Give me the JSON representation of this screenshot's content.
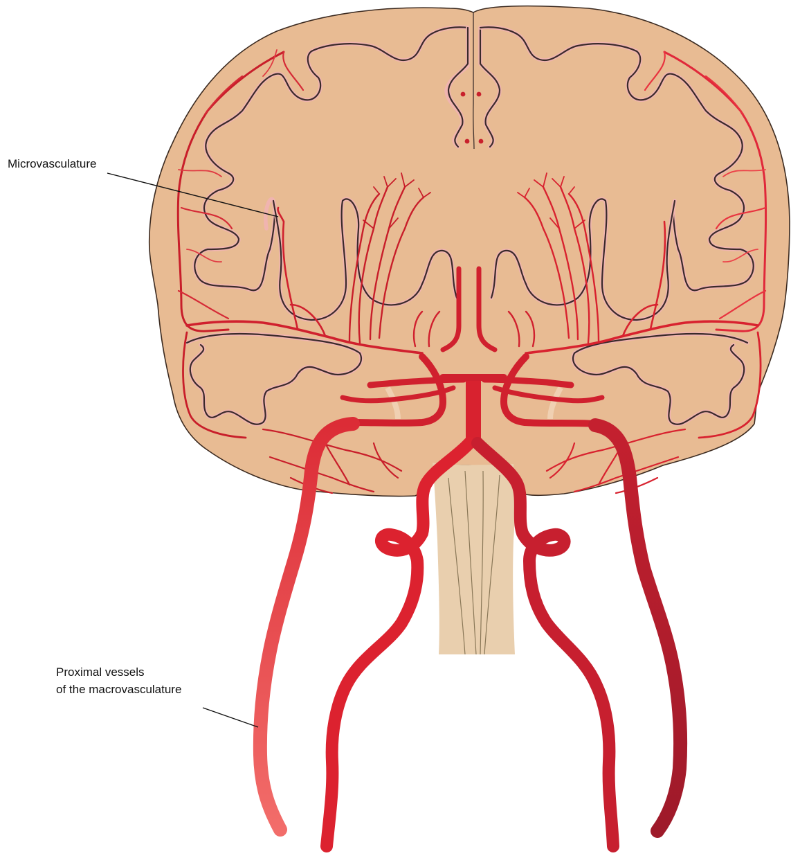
{
  "labels": {
    "microvasculature": "Microvasculature",
    "proximal_line1": "Proximal vessels",
    "proximal_line2": "of the macrovasculature"
  },
  "colors": {
    "background": "#ffffff",
    "brain_tissue": "#e8bb93",
    "brain_outline": "#3b2a20",
    "brainstem": "#e9cfae",
    "vessel_red": "#d8222f",
    "vessel_dark_red": "#a81c2b",
    "vessel_light_red": "#ec5c5c",
    "sulcus_lining": "#f0b4b0",
    "label_text": "#111111"
  },
  "icons": {
    "brain": "coronal-brain-section",
    "vessels": "cerebral-arteries",
    "brainstem": "brainstem"
  }
}
